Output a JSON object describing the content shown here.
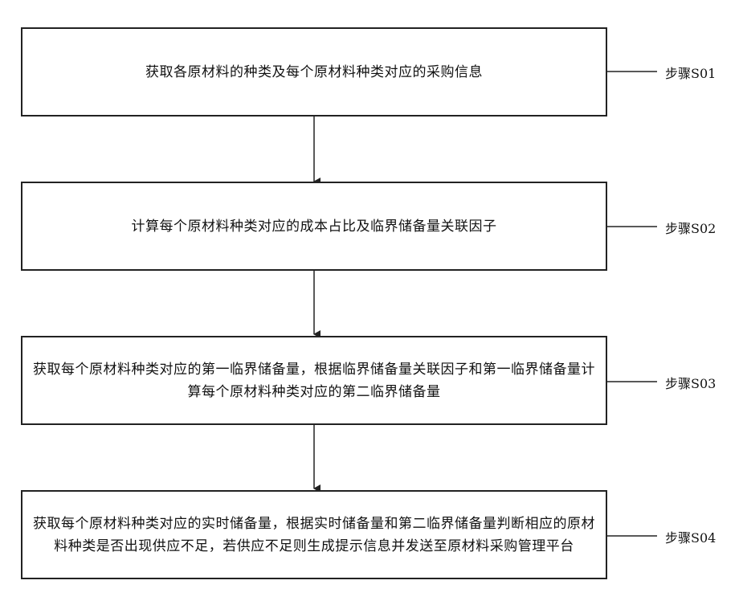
{
  "steps": [
    {
      "text": "获取各原材料的种类及每个原材料种类对应的采购信息",
      "label": "步骤S01"
    },
    {
      "text": "计算每个原材料种类对应的成本占比及临界储备量关联因子",
      "label": "步骤S02"
    },
    {
      "text": "获取每个原材料种类对应的第一临界储备量，根据临界储备量关联因子和第一临界储备量计算每个原材料种类对应的第二临界储备量",
      "label": "步骤S03"
    },
    {
      "text": "获取每个原材料种类对应的实时储备量，根据实时储备量和第二临界储备量判断相应的原材料种类是否出现供应不足，若供应不足则生成提示信息并发送至原材料采购管理平台",
      "label": "步骤S04"
    }
  ]
}
